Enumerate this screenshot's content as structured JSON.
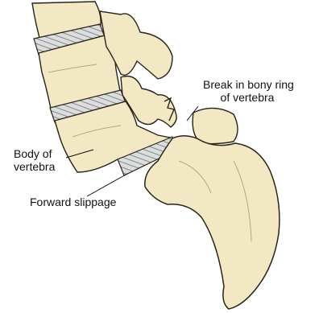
{
  "labels": {
    "break_line1": "Break in bony ring",
    "break_line2": "of vertebra",
    "body_line1": "Body of",
    "body_line2": "vertebra",
    "forward_slippage": "Forward slippage"
  },
  "colors": {
    "bone_fill": "#f2e8c4",
    "bone_shade": "#d9c98e",
    "outline": "#2a2418",
    "disc_fill": "#d6d8d8",
    "disc_stripe": "#6e7272"
  }
}
